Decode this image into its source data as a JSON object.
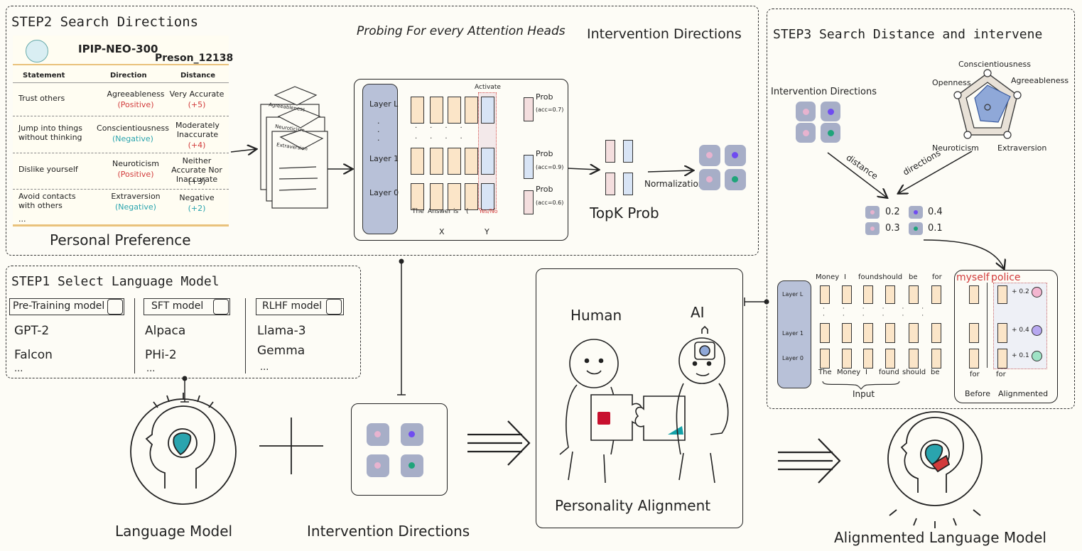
{
  "step2": {
    "title": "STEP2 Search Directions",
    "probing_title": "Probing For every Attention Heads",
    "intervention_title": "Intervention Directions",
    "ipip": {
      "name": "IPIP-NEO-300",
      "person": "Preson_12138",
      "headers": [
        "Statement",
        "Direction",
        "Distance"
      ],
      "rows": [
        {
          "statement": "Trust others",
          "direction": "Agreeableness",
          "polarity": "(Positive)",
          "distance": "Very Accurate",
          "score": "(+5)"
        },
        {
          "statement": "Jump into things without thinking",
          "direction": "Conscientiousness",
          "polarity": "(Negative)",
          "distance": "Moderately Inaccurate",
          "score": "(+4)"
        },
        {
          "statement": "Dislike yourself",
          "direction": "Neuroticism",
          "polarity": "(Positive)",
          "distance": "Neither Accurate Nor Inaccurate",
          "score": "(+3)"
        },
        {
          "statement": "Avoid contacts with others",
          "direction": "Extraversion",
          "polarity": "(Negative)",
          "distance": "Negative",
          "score": "(+2)"
        }
      ],
      "ellipsis": "..."
    },
    "preference_label": "Personal Preference",
    "doc_labels": [
      "Agreeableness",
      "Neuroticism",
      "Extraversion"
    ],
    "probe": {
      "layers": [
        "Layer L",
        "Layer 1",
        "Layer 0"
      ],
      "activate": "Activate",
      "tokens": [
        "The",
        "Answer is",
        "("
      ],
      "yesno": "Yes/No",
      "x_label": "X",
      "y_label": "Y",
      "prob_label": "Prob",
      "accs": [
        "(acc=0.7)",
        "(acc=0.9)",
        "(acc=0.6)"
      ]
    },
    "topk": "TopK Prob",
    "normalization": "Normalization"
  },
  "step1": {
    "title": "STEP1 Select Language Model",
    "groups": [
      {
        "label": "Pre-Training model",
        "models": [
          "GPT-2",
          "Falcon",
          "..."
        ]
      },
      {
        "label": "SFT model",
        "models": [
          "Alpaca",
          "PHi-2",
          "..."
        ]
      },
      {
        "label": "RLHF model",
        "models": [
          "Llama-3",
          "Gemma",
          "..."
        ]
      }
    ]
  },
  "step3": {
    "title": "STEP3 Search Distance and intervene",
    "intervention_label": "Intervention Directions",
    "traits": [
      "Conscientiousness",
      "Agreeableness",
      "Openness",
      "Neuroticism",
      "Extraversion"
    ],
    "distance_label": "distance",
    "directions_label": "directions",
    "values": [
      "0.2",
      "0.4",
      "0.3",
      "0.1"
    ],
    "layers": [
      "Layer L",
      "Layer 1",
      "Layer 0"
    ],
    "top_tokens": [
      "Money",
      "I",
      "found",
      "should",
      "be",
      "for"
    ],
    "bottom_tokens": [
      "The",
      "Money",
      "I",
      "found",
      "should",
      "be"
    ],
    "input_label": "Input",
    "red_words": [
      "myself",
      "police"
    ],
    "before_for": "for",
    "after_for": "for",
    "before_label": "Before",
    "after_label": "Alignmented",
    "adds": [
      "+ 0.2",
      "+ 0.4",
      "+ 0.1"
    ]
  },
  "bottom": {
    "lm_label": "Language Model",
    "id_label": "Intervention Directions",
    "human": "Human",
    "ai": "AI",
    "pa_label": "Personality Alignment",
    "aligned_label": "Alignmented Language Model"
  },
  "colors": {
    "tile": "#a7aec7",
    "pink": "#e7b3cf",
    "purple": "#6f4cf0",
    "green": "#1fa47a",
    "red": "#d23b3b",
    "teal": "#2aa4ae",
    "column_fill": "#fbe5c8"
  }
}
